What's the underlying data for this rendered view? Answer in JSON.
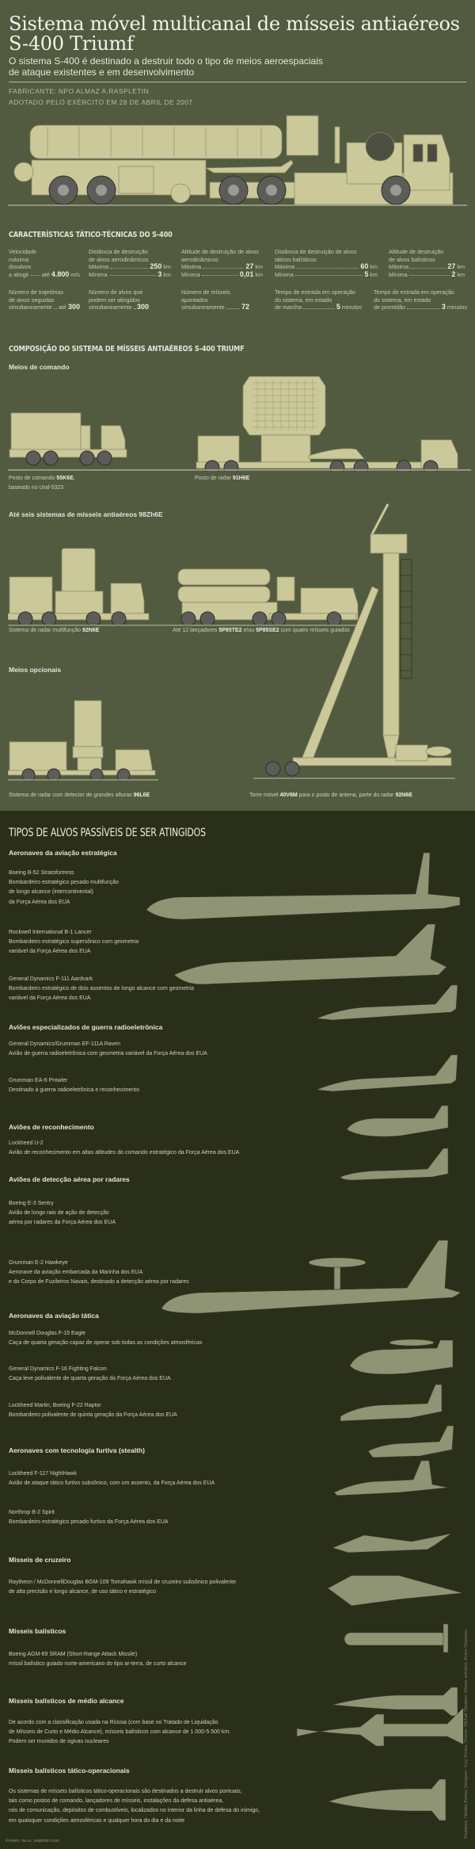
{
  "header": {
    "title_line1": "Sistema móvel multicanal de mísseis antiaéreos",
    "title_line2": "S-400 Triumf",
    "subtitle_line1": "O sistema S-400 é destinado a destruir todo o tipo de meios aeroespaciais",
    "subtitle_line2": "de ataque existentes e em desenvolvimento",
    "manufacturer": "FABRICANTE: NPO ALMAZ A.RASPLETIN",
    "adopted": "ADOTADO PELO EXÉRCITO EM 28 DE ABRIL DE 2007"
  },
  "colors": {
    "top_bg": "#525a40",
    "bottom_bg": "#2a2f1a",
    "vehicle": "#cbc89a",
    "aircraft": "#8f9475",
    "wheel": "#7b7b78"
  },
  "specs": {
    "heading": "CARACTERÍSTICAS TÁTICO-TÉCNICAS DO S-400",
    "row1": [
      {
        "label_lines": [
          "Velocidade",
          "máxima",
          "dosalvos"
        ],
        "rows": [
          {
            "k": "a atingir",
            "pre": "até",
            "v": "4.800",
            "u": "m/s"
          }
        ]
      },
      {
        "label_lines": [
          "Distância de destruição",
          "de alvos aerodinâmicos"
        ],
        "rows": [
          {
            "k": "Máxima",
            "v": "250",
            "u": "km"
          },
          {
            "k": "Mínima",
            "v": "3",
            "u": "km"
          }
        ]
      },
      {
        "label_lines": [
          "Altitude de destruição de alvos",
          "aerodinâmicos"
        ],
        "rows": [
          {
            "k": "Máxima",
            "v": "27",
            "u": "km"
          },
          {
            "k": "Mínima",
            "v": "0,01",
            "u": "km"
          }
        ]
      },
      {
        "label_lines": [
          "Distância de destruição de alvos",
          "táticos balísticos"
        ],
        "rows": [
          {
            "k": "Máxima",
            "v": "60",
            "u": "km"
          },
          {
            "k": "Mínima",
            "v": "5",
            "u": "km"
          }
        ]
      },
      {
        "label_lines": [
          "Altitude de destruição",
          "de alvos balísticos"
        ],
        "rows": [
          {
            "k": "Máxima",
            "v": "27",
            "u": "km"
          },
          {
            "k": "Mínima",
            "v": "2",
            "u": "km"
          }
        ]
      }
    ],
    "row2": [
      {
        "label_lines": [
          "Número de trajetórias",
          "de alvos seguidas"
        ],
        "rows": [
          {
            "k": "simultaneamente",
            "pre": "até",
            "v": "300",
            "u": ""
          }
        ]
      },
      {
        "label_lines": [
          "Número de alvos que",
          "podem ser atingidos"
        ],
        "rows": [
          {
            "k": "simultaneamente",
            "v": "300",
            "u": ""
          }
        ]
      },
      {
        "label_lines": [
          "Número de mísseis",
          "apontados"
        ],
        "rows": [
          {
            "k": "simultaneamente",
            "v": "72",
            "u": ""
          }
        ]
      },
      {
        "label_lines": [
          "Tempo de entrada em operação",
          "do sistema, em estado"
        ],
        "rows": [
          {
            "k": "de marcha",
            "v": "5",
            "u": "minutos"
          }
        ]
      },
      {
        "label_lines": [
          "Tempo de entrada em operação",
          "do sistema, em estado"
        ],
        "rows": [
          {
            "k": "de prontidão",
            "v": "3",
            "u": "minutos"
          }
        ]
      }
    ]
  },
  "composition": {
    "heading": "COMPOSIÇÃO DO SISTEMA DE MÍSSEIS ANTIAÉREOS S-400 TRIUMF",
    "command": {
      "heading": "Meios de comando",
      "items": [
        {
          "pre": "Posto de comando ",
          "code": "55K6E",
          "post": ",",
          "line2": "baseado no Ural-5323"
        },
        {
          "pre": "Posto de radar ",
          "code": "91H6E",
          "post": "",
          "line2": ""
        }
      ]
    },
    "systems": {
      "heading": "Até seis sistemas de mísseis antiaéreos 98Zh6E",
      "items": [
        {
          "pre": "Sistema de radar multifunção ",
          "code": "92N6E",
          "mid": "",
          "code2": "",
          "post": ""
        },
        {
          "pre": "Até 12 lançadores ",
          "code": "5P85TE2",
          "mid": " e/ou ",
          "code2": "5P85SE2",
          "post": " com quatro mísseis guiados"
        }
      ]
    },
    "optional": {
      "heading": "Meios opcionais",
      "items": [
        {
          "pre": "Sistema de radar com detector de grandes alturas ",
          "code": "96L6E",
          "mid": "",
          "code2": ""
        },
        {
          "pre": "Torre móvel ",
          "code": "40V6M",
          "mid": " para o posto de antena, parte do radar ",
          "code2": "92N6E"
        }
      ]
    }
  },
  "targets": {
    "heading": "TIPOS DE ALVOS PASSÍVEIS DE SER ATINGIDOS",
    "groups": [
      {
        "heading": "Aeronaves da aviação estratégica",
        "items": [
          {
            "name": "Boeing B-52 Stratofortress",
            "desc": [
              "Bombardeiro estratégico pesado multifunção",
              "de longo alcance (intercontinental)",
              "da Força Aérea dos EUA"
            ]
          },
          {
            "name": "Rockwell International B-1 Lancer",
            "desc": [
              "Bombardeiro estratégico supersônico com geometria",
              "variável da Força Aérea dos EUA"
            ]
          },
          {
            "name": "General Dynamics F-111 Aardvark",
            "desc": [
              "Bombardeiro estratégico de dois assentos de longo alcance com geometria",
              "variável da Força Aérea dos EUA"
            ]
          }
        ]
      },
      {
        "heading": "Aviões especializados de guerra radioeletrônica",
        "items": [
          {
            "name": "General Dynamics/Grumman EF-111A Raven",
            "desc": [
              "Avião de guerra radioeletrônica com geometria variável da Força Aérea dos EUA"
            ]
          },
          {
            "name": "Grumman EA-6 Prowler",
            "desc": [
              "Destinado à guerra radioeletrônica e reconhecimento"
            ]
          }
        ]
      },
      {
        "heading": "Aviões de reconhecimento",
        "items": [
          {
            "name": "Lockheed U-2",
            "desc": [
              "Avião de reconhecimento em altas altitudes do comando estratégico da Força Aérea dos EUA"
            ]
          }
        ]
      },
      {
        "heading": "Aviões de detecção aérea por radares",
        "items": [
          {
            "name": "Boeing E-3 Sentry",
            "desc": [
              "Avião de longo raio de ação de detecção",
              "aérea por radares da Força Aérea dos EUA"
            ]
          },
          {
            "name": "Grumman E-2 Hawkeye",
            "desc": [
              "Aeronave da aviação embarcada da Marinha dos EUA",
              "e do Corpo de Fuzileiros Navais, destinado a detecção aérea por radares"
            ]
          }
        ]
      },
      {
        "heading": "Aeronaves da aviação tática",
        "items": [
          {
            "name": "McDonnell Douglas F-15 Eagle",
            "desc": [
              "Caça de quarta geração capaz de operar sob todas as condições atmosféricas"
            ]
          },
          {
            "name": "General Dynamics F-16 Fighting Falcon",
            "desc": [
              "Caça leve polivalente de quarta geração da Força Aérea dos EUA"
            ]
          },
          {
            "name": "Lockheed Martin, Boeing F-22 Raptor",
            "desc": [
              "Bombardeiro polivalente de quinta geração da Força Aérea dos EUA"
            ]
          }
        ]
      },
      {
        "heading": "Aeronaves com tecnologia furtiva (stealth)",
        "items": [
          {
            "name": "Lockheed F-117 NightHawk",
            "desc": [
              "Avião de ataque tático furtivo subsônico, com um assento, da Força Aérea dos EUA"
            ]
          },
          {
            "name": "Northrop B-2 Spirit",
            "desc": [
              "Bombardeiro estratégico pesado furtivo da Força Aérea dos EUA"
            ]
          }
        ]
      },
      {
        "heading": "Misseis de cruzeiro",
        "items": [
          {
            "name": "",
            "desc": [
              "Raytheon / McDonnellDouglas BGM-109 Tomahawk míssil de cruzeiro subsônico polivalente",
              "de alta precisão e longo alcance, de uso tático e estratégico"
            ]
          }
        ]
      },
      {
        "heading": "Misseis balísticos",
        "items": [
          {
            "name": "Boeing AGM-69 SRAM (Short-Range Attack Missile)",
            "desc": [
              "míssil balístico guiado norte-americano do tipo ar-terra, de curto alcance"
            ]
          }
        ]
      },
      {
        "heading": "Misseis balísticos de médio alcance",
        "items": [
          {
            "name": "",
            "desc": [
              "De acordo com a classificação usada na Rússia (com base no Tratado de Liquidação",
              "de Mísseis de Curto e Médio Alcance), mísseis balísticos com alcance de 1.000-5.500 km.",
              "Podem ser munidos de ogivas nucleares"
            ]
          }
        ]
      },
      {
        "heading": "Misseis balísticos tático-operacionais",
        "items": [
          {
            "name": "",
            "desc": [
              "Os sistemas de mísseis balísticos tático-operacionais são destinados a destruir alvos pontuais,",
              "tais como postos de comando, lançadores de mísseis, instalações da defesa antiaérea,",
              "nós de comunicação, depósitos de combustíveis, localizados no interior da linha de defesa do inimigo,",
              "em quaisquer condições atmosféricas e qualquer hora do dia e da noite"
            ]
          }
        ]
      }
    ]
  },
  "footer": {
    "sources": "Fontes: ria.ru, raspletin.com",
    "credits": "Redatora: Natália Betina. Designer: Yury Revka. Diretor: Mikhail Simakov. Diretor artístico: Anton Stepanov"
  }
}
